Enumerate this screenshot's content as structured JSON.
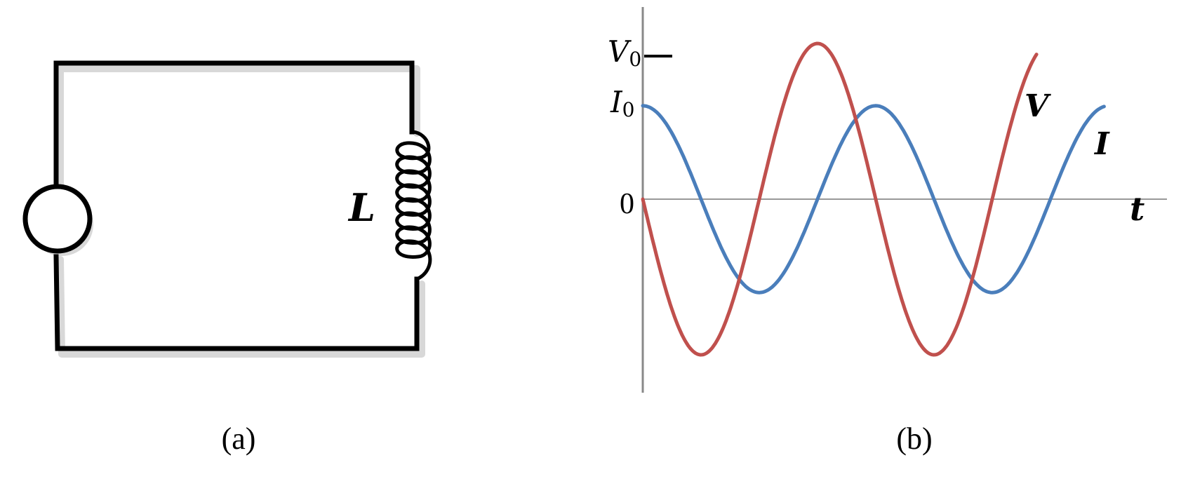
{
  "panel_a": {
    "inductor_label": "L",
    "caption": "(a)"
  },
  "panel_b": {
    "caption": "(b)",
    "x_axis_label": "t",
    "zero_label": "0",
    "v0_label": "V",
    "v0_sub": "0",
    "i0_label": "I",
    "i0_sub": "0",
    "curve_v_label": "V",
    "curve_i_label": "I",
    "colors": {
      "voltage": "#c0504d",
      "current": "#4a7ebb",
      "axis": "#888888"
    }
  },
  "chart_data": {
    "type": "line",
    "title": "",
    "xlabel": "t",
    "ylabel": "",
    "ylim": [
      -1,
      1
    ],
    "series": [
      {
        "name": "V",
        "amplitude": 1.0,
        "function": "-sin(t)",
        "t_range_periods": [
          0,
          1.69
        ]
      },
      {
        "name": "I",
        "amplitude": 0.6,
        "function": "cos(t)",
        "t_range_periods": [
          0,
          1.98
        ]
      }
    ],
    "y_ticks": [
      "V0",
      "I0",
      "0"
    ]
  }
}
